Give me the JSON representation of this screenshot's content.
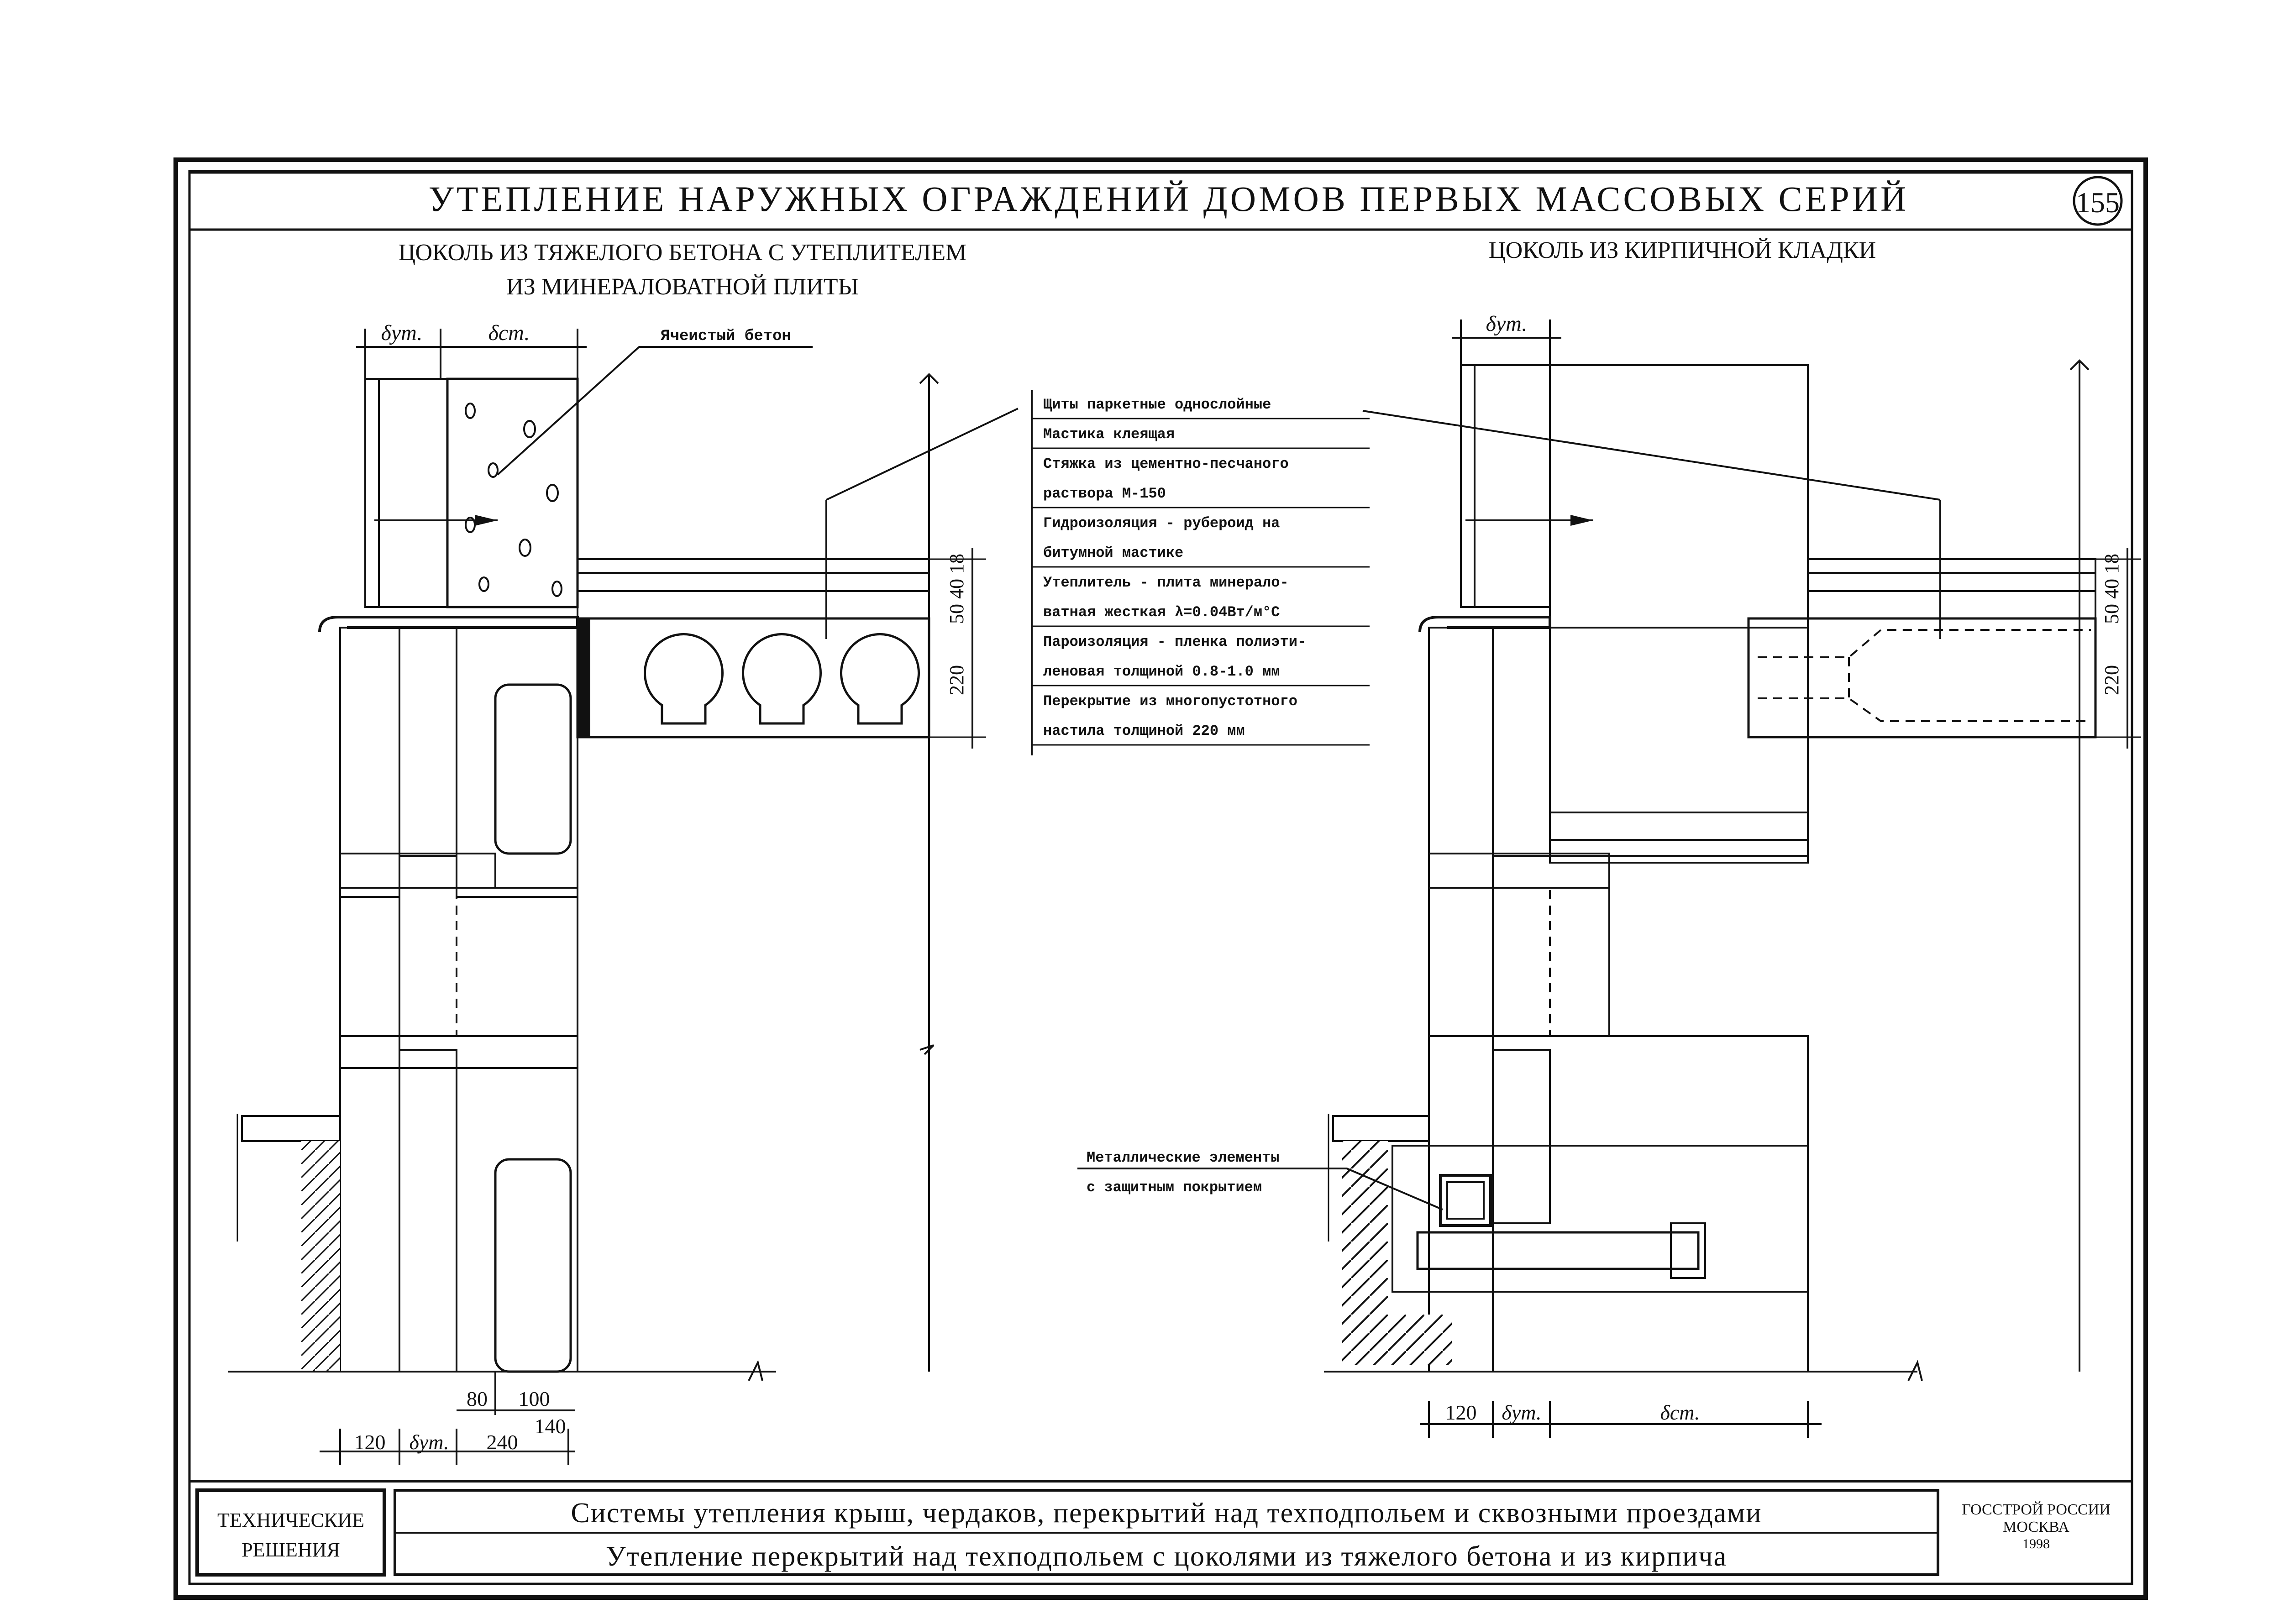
{
  "sheet": {
    "title": "УТЕПЛЕНИЕ НАРУЖНЫХ ОГРАЖДЕНИЙ ДОМОВ ПЕРВЫХ МАССОВЫХ СЕРИЙ",
    "page_number": "155"
  },
  "left_detail": {
    "title_line1": "ЦОКОЛЬ ИЗ ТЯЖЕЛОГО БЕТОНА С УТЕПЛИТЕЛЕМ",
    "title_line2": "ИЗ МИНЕРАЛОВАТНОЙ ПЛИТЫ",
    "callout_aerated": "Ячеистый бетон",
    "dim_top_ins": "δут.",
    "dim_top_wall": "δст.",
    "dim_floor_layers": [
      "18",
      "40",
      "50"
    ],
    "dim_slab": "220",
    "dim_bottom": [
      "120",
      "δут.",
      "240",
      "80",
      "100",
      "140"
    ]
  },
  "right_detail": {
    "title": "ЦОКОЛЬ ИЗ КИРПИЧНОЙ КЛАДКИ",
    "dim_top_ins": "δут.",
    "dim_floor_layers": [
      "18",
      "40",
      "50"
    ],
    "dim_slab": "220",
    "dim_bottom": [
      "120",
      "δут.",
      "δст."
    ],
    "callout_metal_line1": "Металлические элементы",
    "callout_metal_line2": "с защитным покрытием"
  },
  "layers_legend": [
    "Щиты паркетные однослойные",
    "Мастика клеящая",
    "Стяжка из цементно-песчаного",
    "раствора М-150",
    "Гидроизоляция - рубероид на",
    "битумной мастике",
    "Утеплитель - плита минерало-",
    "ватная жесткая λ=0.04Вт/м°С",
    "Пароизоляция - пленка полиэти-",
    "леновая толщиной 0.8-1.0 мм",
    "Перекрытие из многопустотного",
    "настила толщиной 220 мм"
  ],
  "title_block": {
    "category_line1": "ТЕХНИЧЕСКИЕ",
    "category_line2": "РЕШЕНИЯ",
    "system_title": "Системы утепления крыш, чердаков, перекрытий над техподпольем и сквозными проездами",
    "sheet_title": "Утепление перекрытий над техподпольем с цоколями из тяжелого бетона и из кирпича",
    "org_line1": "ГОССТРОЙ РОССИИ",
    "org_line2": "МОСКВА",
    "org_year": "1998"
  }
}
